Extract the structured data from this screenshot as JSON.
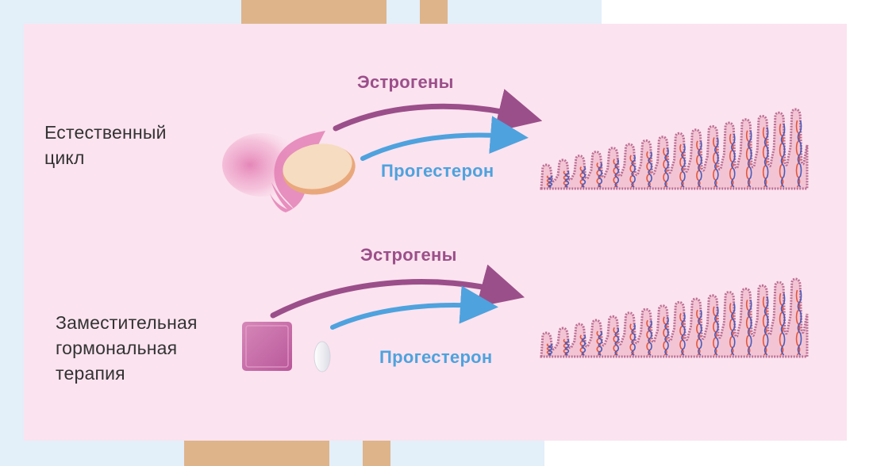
{
  "colors": {
    "background_blue": "#e3eff9",
    "panel_pink": "#fbe3ef",
    "bars_tan": "#deb48b",
    "estrogen": "#9b4f8a",
    "progesterone": "#4ea2de",
    "tissue": "#f3c5d4",
    "tissue_edge": "#bb6f94",
    "vessel_red": "#e2573e",
    "vessel_blue": "#4b5bb8",
    "ovary": "#f6dcc0",
    "patch": "#cc6fa9"
  },
  "rows": [
    {
      "label": "Естественный\nцикл",
      "estrogen_label": "Эстрогены",
      "progesterone_label": "Прогестерон",
      "source_icon": "ovary-icon"
    },
    {
      "label": "Заместительная\nгормональная\nтерапия",
      "estrogen_label": "Эстрогены",
      "progesterone_label": "Прогестерон",
      "source_icon": "patch-icon"
    }
  ]
}
